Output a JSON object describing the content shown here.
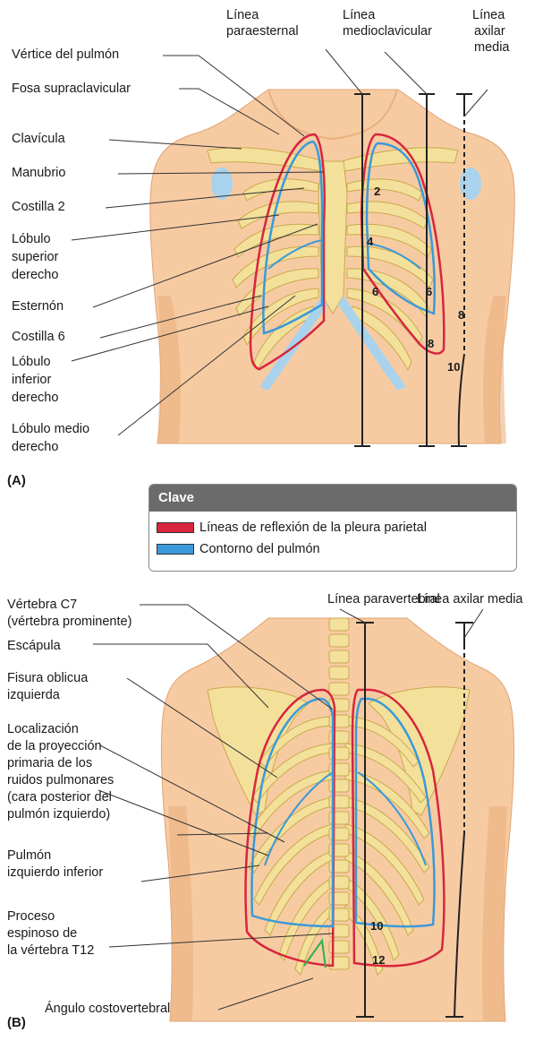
{
  "panel_a": {
    "panel_label": "(A)",
    "top_labels": {
      "paraesternal": [
        "Línea",
        "paraesternal"
      ],
      "medioclavicular": [
        "Línea",
        "medioclavicular"
      ],
      "axilar": [
        "Línea",
        "axilar",
        "media"
      ]
    },
    "left_labels": [
      "Vértice del pulmón",
      "Fosa supraclavicular",
      "Clavícula",
      "Manubrio",
      "Costilla 2",
      "Lóbulo",
      "superior",
      "derecho",
      "Esternón",
      "Costilla 6",
      "Lóbulo",
      "inferior",
      "derecho",
      "Lóbulo medio",
      "derecho"
    ],
    "numbers": [
      "2",
      "4",
      "6",
      "6",
      "8",
      "8",
      "10"
    ]
  },
  "key": {
    "title": "Clave",
    "items": [
      {
        "label": "Líneas de reflexión de la pleura parietal",
        "color": "#d7263d"
      },
      {
        "label": "Contorno del pulmón",
        "color": "#3a9ad9"
      }
    ]
  },
  "panel_b": {
    "panel_label": "(B)",
    "top_labels": {
      "paravertebral": "Línea paravertebral",
      "axilar": "Línea axilar media"
    },
    "left_labels": [
      "Vértebra C7",
      "(vértebra prominente)",
      "Escápula",
      "Fisura oblicua",
      "izquierda",
      "Localización",
      "de la proyección",
      "primaria de los",
      "ruidos pulmonares",
      "(cara posterior del",
      "pulmón izquierdo)",
      "Pulmón",
      "izquierdo inferior",
      "Proceso",
      "espinoso de",
      "la vértebra T12",
      "Ángulo costovertebral"
    ],
    "numbers": [
      "10",
      "12"
    ]
  },
  "colors": {
    "skin": "#f7cba2",
    "skin_shadow": "#e9b07f",
    "bone": "#f3e09a",
    "bone_edge": "#c9a94e",
    "cartilage": "#a9d3ec",
    "pleura": "#d7263d",
    "lung": "#3a9ad9",
    "line": "#222222"
  }
}
